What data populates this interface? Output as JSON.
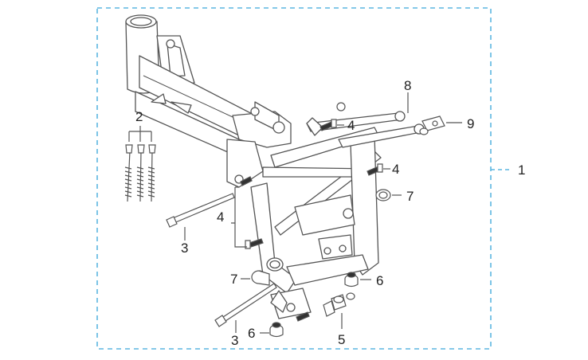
{
  "diagram": {
    "callouts": {
      "c1": "1",
      "c2": "2",
      "c3a": "3",
      "c3b": "3",
      "c4a": "4",
      "c4b": "4",
      "c4c": "4",
      "c5": "5",
      "c6a": "6",
      "c6b": "6",
      "c7a": "7",
      "c7b": "7",
      "c8": "8",
      "c9": "9"
    },
    "colors": {
      "frame_border": "#5bb6e0",
      "line_art": "#555555",
      "fill": "#ffffff"
    }
  }
}
